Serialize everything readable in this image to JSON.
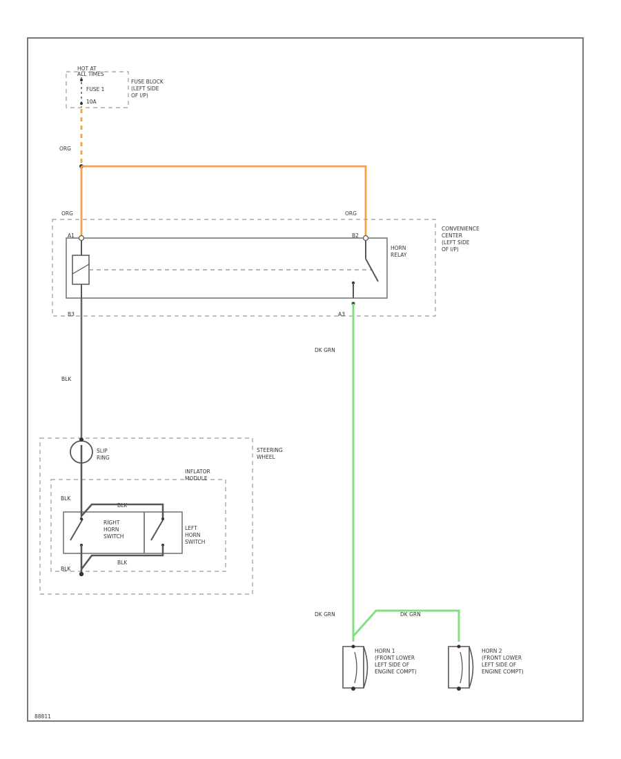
{
  "colors": {
    "org_wire": "#f5a04a",
    "grn_wire": "#7fe07f",
    "blk_wire": "#666666"
  },
  "fuse_block": {
    "hot_label_1": "HOT AT",
    "hot_label_2": "ALL TIMES",
    "fuse": "FUSE 1",
    "rating": "10A",
    "desc_1": "FUSE BLOCK",
    "desc_2": "(LEFT SIDE",
    "desc_3": "OF I/P)"
  },
  "wires": {
    "org_top": "ORG",
    "org_left": "ORG",
    "org_right": "ORG",
    "blk": "BLK",
    "dk_grn_1": "DK GRN",
    "dk_grn_2": "DK GRN",
    "dk_grn_3": "DK GRN"
  },
  "convenience_center": {
    "desc_1": "CONVENIENCE",
    "desc_2": "CENTER",
    "desc_3": "(LEFT SIDE",
    "desc_4": "OF I/P)",
    "relay_1": "HORN",
    "relay_2": "RELAY",
    "pin_a": "A1",
    "pin_b": "B2",
    "pin_c": "B3",
    "pin_d": "A3"
  },
  "steering_wheel": {
    "title_1": "STEERING",
    "title_2": "WHEEL",
    "slip_1": "SLIP",
    "slip_2": "RING",
    "inflator_1": "INFLATOR",
    "inflator_2": "MODULE",
    "right_1": "RIGHT",
    "right_2": "HORN",
    "right_3": "SWITCH",
    "left_1": "LEFT",
    "left_2": "HORN",
    "left_3": "SWITCH",
    "wire_blk": "BLK",
    "wire_blk2": "BLK",
    "wire_top": "BLK",
    "wire_bot": "BLK"
  },
  "horn1": {
    "l1": "HORN 1",
    "l2": "(FRONT LOWER",
    "l3": "LEFT SIDE OF",
    "l4": "ENGINE COMPT)"
  },
  "horn2": {
    "l1": "HORN 2",
    "l2": "(FRONT LOWER",
    "l3": "LEFT SIDE OF",
    "l4": "ENGINE COMPT)"
  },
  "footer_code": "88811"
}
